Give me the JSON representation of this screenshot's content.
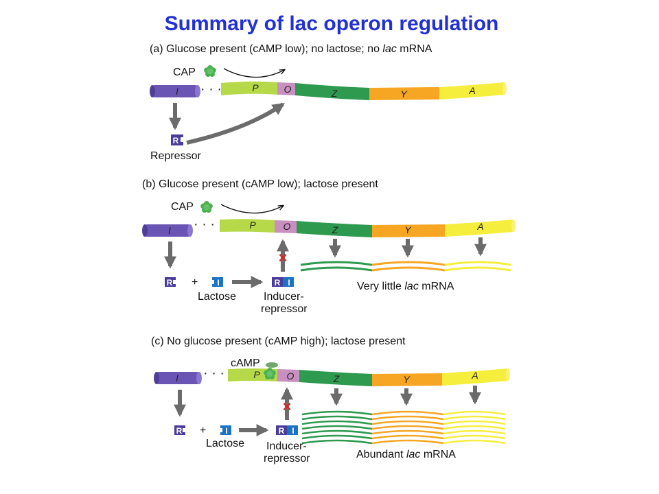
{
  "title": "Summary of lac operon regulation",
  "panels": [
    {
      "caption_pre": "(a) Glucose present (cAMP low); no lactose; no ",
      "caption_italic": "lac",
      "caption_post": " mRNA",
      "cap_label": "CAP",
      "repressor_label": "Repressor",
      "repressor_letter": "R"
    },
    {
      "caption_pre": "(b) Glucose present (cAMP low); lactose present",
      "cap_label": "CAP",
      "repressor_letter": "R",
      "inducer_letter": "I",
      "lactose_label": "Lactose",
      "complex_label_1": "Inducer-",
      "complex_label_2": "repressor",
      "mrna_pre": "Very little ",
      "mrna_italic": "lac",
      "mrna_post": " mRNA",
      "plus": "+"
    },
    {
      "caption_pre": "(c) No glucose present (cAMP high); lactose present",
      "camp_label": "cAMP",
      "repressor_letter": "R",
      "inducer_letter": "I",
      "lactose_label": "Lactose",
      "complex_label_1": "Inducer-",
      "complex_label_2": "repressor",
      "mrna_pre": "Abundant ",
      "mrna_italic": "lac",
      "mrna_post": " mRNA",
      "plus": "+"
    }
  ],
  "genes": {
    "i": "I",
    "p": "P",
    "o": "O",
    "z": "Z",
    "y": "Y",
    "a": "A"
  },
  "block_symbol": "×",
  "colors": {
    "title": "#2330d6",
    "lacI": "#6a55b5",
    "promoter": "#b6d94a",
    "operator": "#c98fc0",
    "lacZ": "#2e9a4f",
    "lacY": "#f6a623",
    "lacA": "#f6ee3c",
    "arrow": "#6b6b6b",
    "cap": "#4caf50",
    "repressor": "#4a3c9a",
    "inducer": "#1c72c4",
    "block": "#d8272b"
  }
}
